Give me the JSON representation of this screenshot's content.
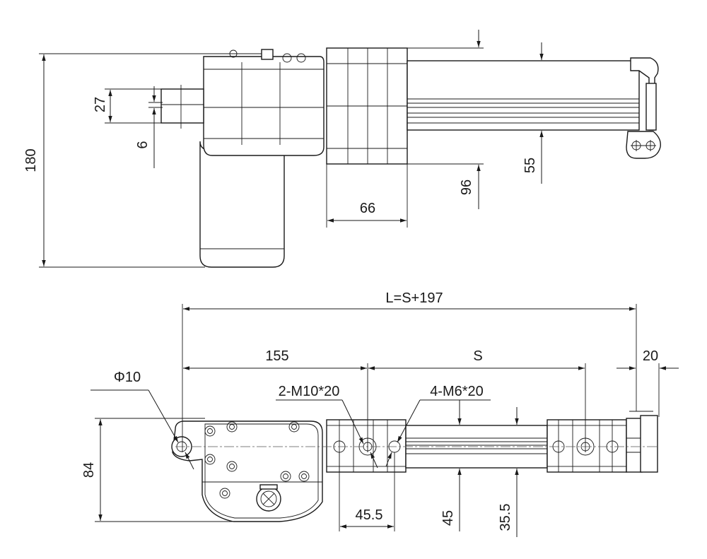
{
  "drawing": {
    "side_view": {
      "dim_total_height": "180",
      "dim_shaft_height": "27",
      "dim_shaft_width": "6",
      "dim_guide_block_width": "66",
      "dim_guide_block_height": "96",
      "dim_rod_height": "55"
    },
    "top_view": {
      "dim_total_length": "L=S+197",
      "dim_retracted_length": "155",
      "dim_stroke": "S",
      "dim_end_length": "20",
      "dim_hole_diameter": "Φ10",
      "dim_body_height": "84",
      "label_m10_holes": "2-M10*20",
      "label_m6_holes": "4-M6*20",
      "dim_hole_pitch": "45.5",
      "dim_offset_45": "45",
      "dim_offset_35_5": "35.5"
    }
  }
}
